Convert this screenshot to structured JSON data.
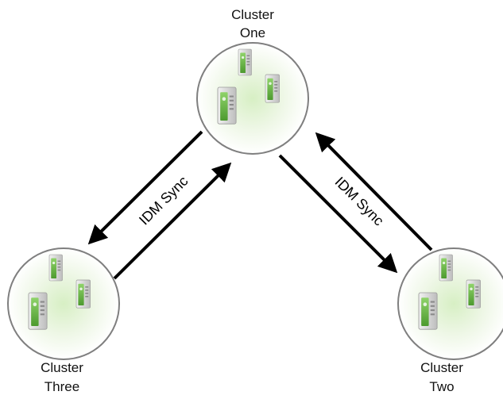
{
  "diagram": {
    "clusters": {
      "one": {
        "line1": "Cluster",
        "line2": "One"
      },
      "two": {
        "line1": "Cluster",
        "line2": "Two"
      },
      "three": {
        "line1": "Cluster",
        "line2": "Three"
      }
    },
    "links": {
      "left": {
        "label": "IDM Sync"
      },
      "right": {
        "label": "IDM Sync"
      }
    },
    "colors": {
      "arrow": "#000000",
      "server_green": "#6cc04a",
      "halo_green": "#c8e6b0",
      "cluster_border": "#7f7f7f"
    },
    "icons": [
      "server-icon"
    ]
  }
}
